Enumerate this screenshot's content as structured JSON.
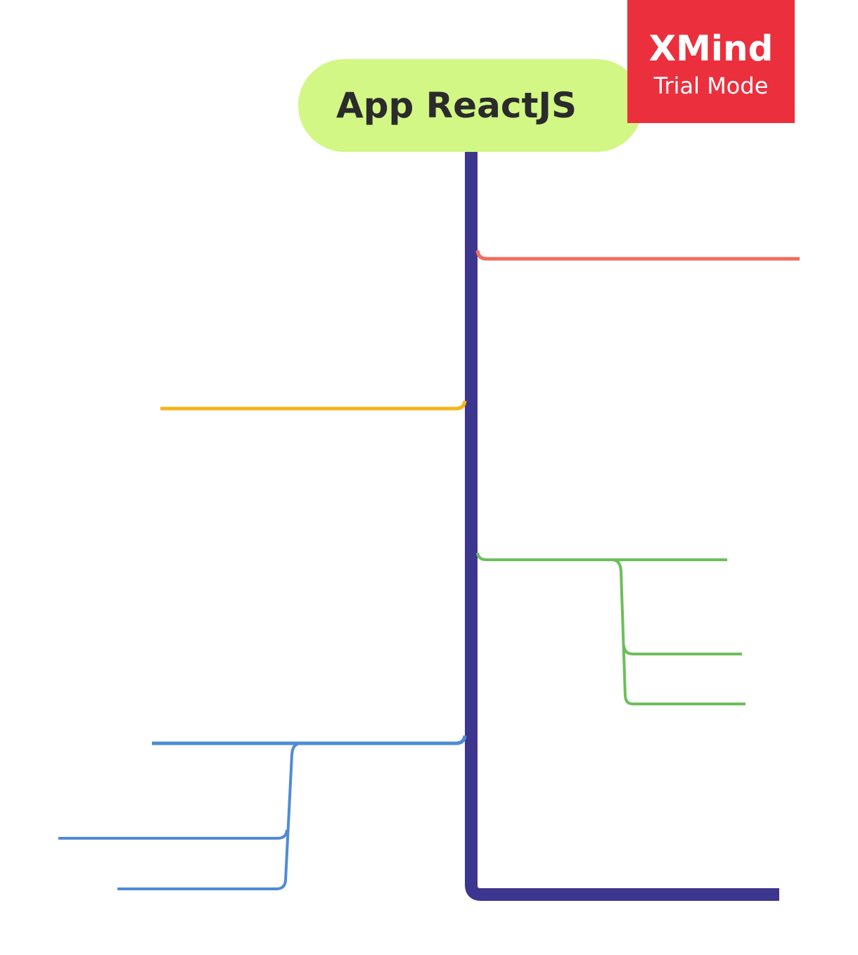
{
  "map": {
    "root_topic": "App ReactJS"
  },
  "watermark": {
    "brand": "XMind",
    "mode": "Trial Mode"
  },
  "colors": {
    "background": "#ffffff",
    "root_fill": "#d2f785",
    "trunk": "#3d368f",
    "branch_red": "#f26d5b",
    "branch_orange": "#f4b41a",
    "branch_green": "#6cbf5a",
    "branch_blue": "#4f8bd6",
    "watermark_bg": "#ec2f3d"
  }
}
